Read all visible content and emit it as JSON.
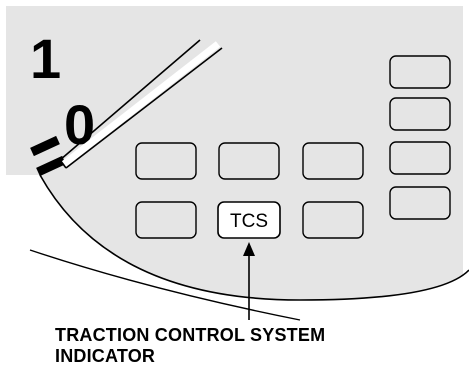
{
  "gauge": {
    "numeral_one": "1",
    "numeral_zero": "0"
  },
  "indicator": {
    "label": "TCS"
  },
  "callout": {
    "line1": "TRACTION CONTROL SYSTEM",
    "line2": "INDICATOR"
  },
  "colors": {
    "background": "#ffffff",
    "panel": "#e5e5e5",
    "outline": "#000000",
    "highlight_fill": "#ffffff"
  }
}
